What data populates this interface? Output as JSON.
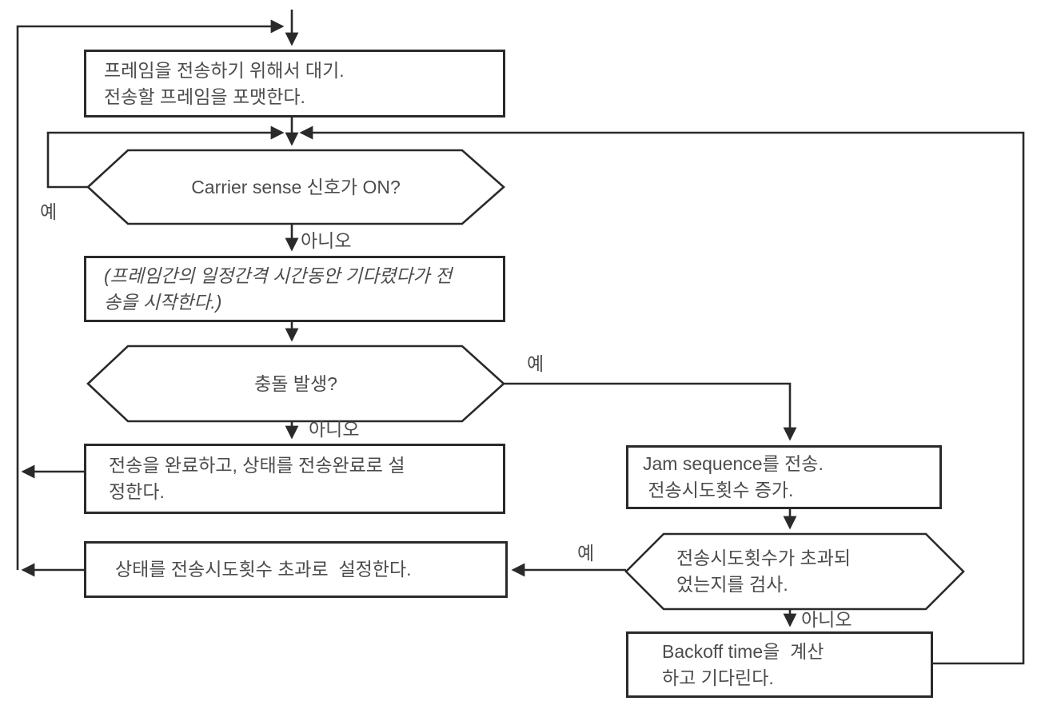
{
  "colors": {
    "line": "#2a2a2a",
    "text": "#4c4c4c",
    "background": "#ffffff"
  },
  "nodes": {
    "wait_format": {
      "type": "process",
      "line1": "프레임을 전송하기 위해서 대기.",
      "line2": "전송할 프레임을 포맷한다."
    },
    "carrier_sense": {
      "type": "decision",
      "line1": "Carrier sense 신호가 ON?"
    },
    "interframe_wait": {
      "type": "process-note",
      "line1": "(프레임간의 일정간격 시간동안 기다렸다가 전",
      "line2": "송을 시작한다.)"
    },
    "collision": {
      "type": "decision",
      "line1": "충돌 발생?"
    },
    "transmit_complete": {
      "type": "process",
      "line1": "전송을 완료하고, 상태를 전송완료로 설",
      "line2": "정한다."
    },
    "attempts_exceeded_set": {
      "type": "process",
      "line1": "상태를 전송시도횟수 초과로  설정한다."
    },
    "jam_sequence": {
      "type": "process",
      "line1": "Jam sequence를 전송.",
      "line2": " 전송시도횟수 증가."
    },
    "check_attempts": {
      "type": "decision",
      "line1": "전송시도횟수가 초과되",
      "line2": "었는지를 검사."
    },
    "backoff": {
      "type": "process",
      "line1": "Backoff time을  계산",
      "line2": "하고 기다린다."
    }
  },
  "edge_labels": {
    "carrier_sense_yes": "예",
    "carrier_sense_no": "아니오",
    "collision_yes": "예",
    "collision_no": "아니오",
    "attempts_exceeded_yes": "예",
    "attempts_exceeded_no": "아니오"
  }
}
